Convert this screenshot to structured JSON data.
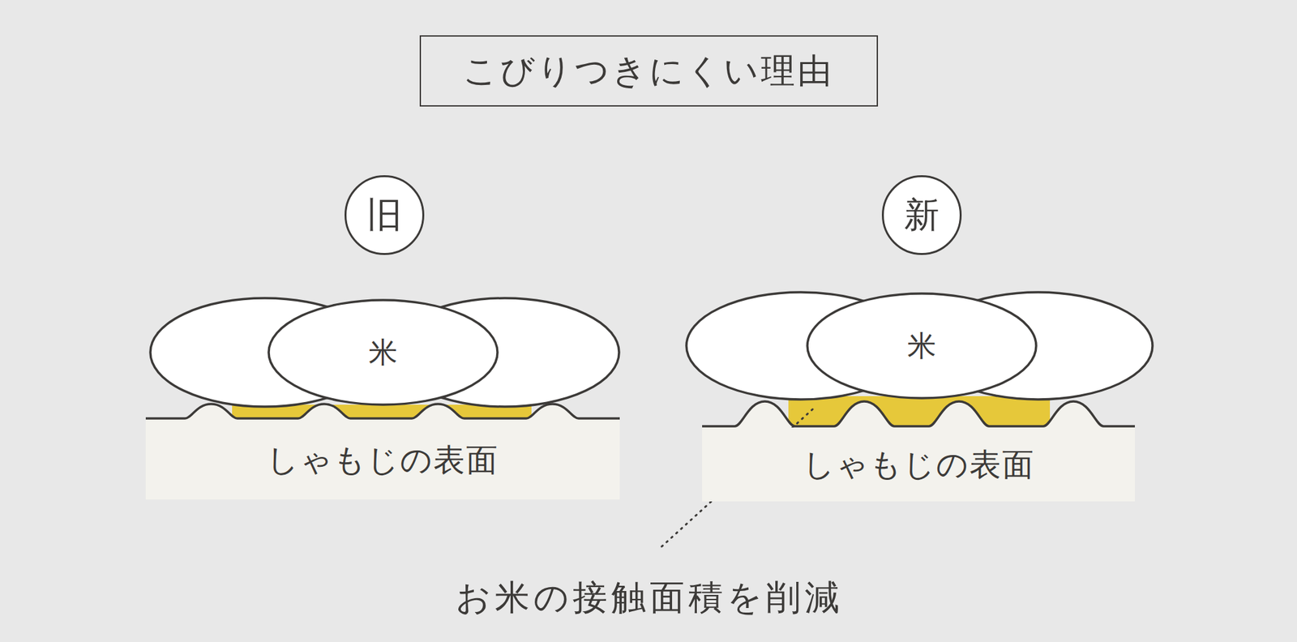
{
  "diagram": {
    "title": "こびりつきにくい理由",
    "nodes": [
      {
        "text": [
          "旧"
        ]
      },
      {
        "text": [
          "新"
        ]
      },
      {
        "text": [
          "米"
        ]
      },
      {
        "text": [
          "米"
        ]
      },
      {
        "text": [
          "しゃもじの表面"
        ]
      },
      {
        "text": [
          "しゃもじの表面"
        ]
      }
    ],
    "labels": [
      "お米の接触面積を削減"
    ]
  }
}
